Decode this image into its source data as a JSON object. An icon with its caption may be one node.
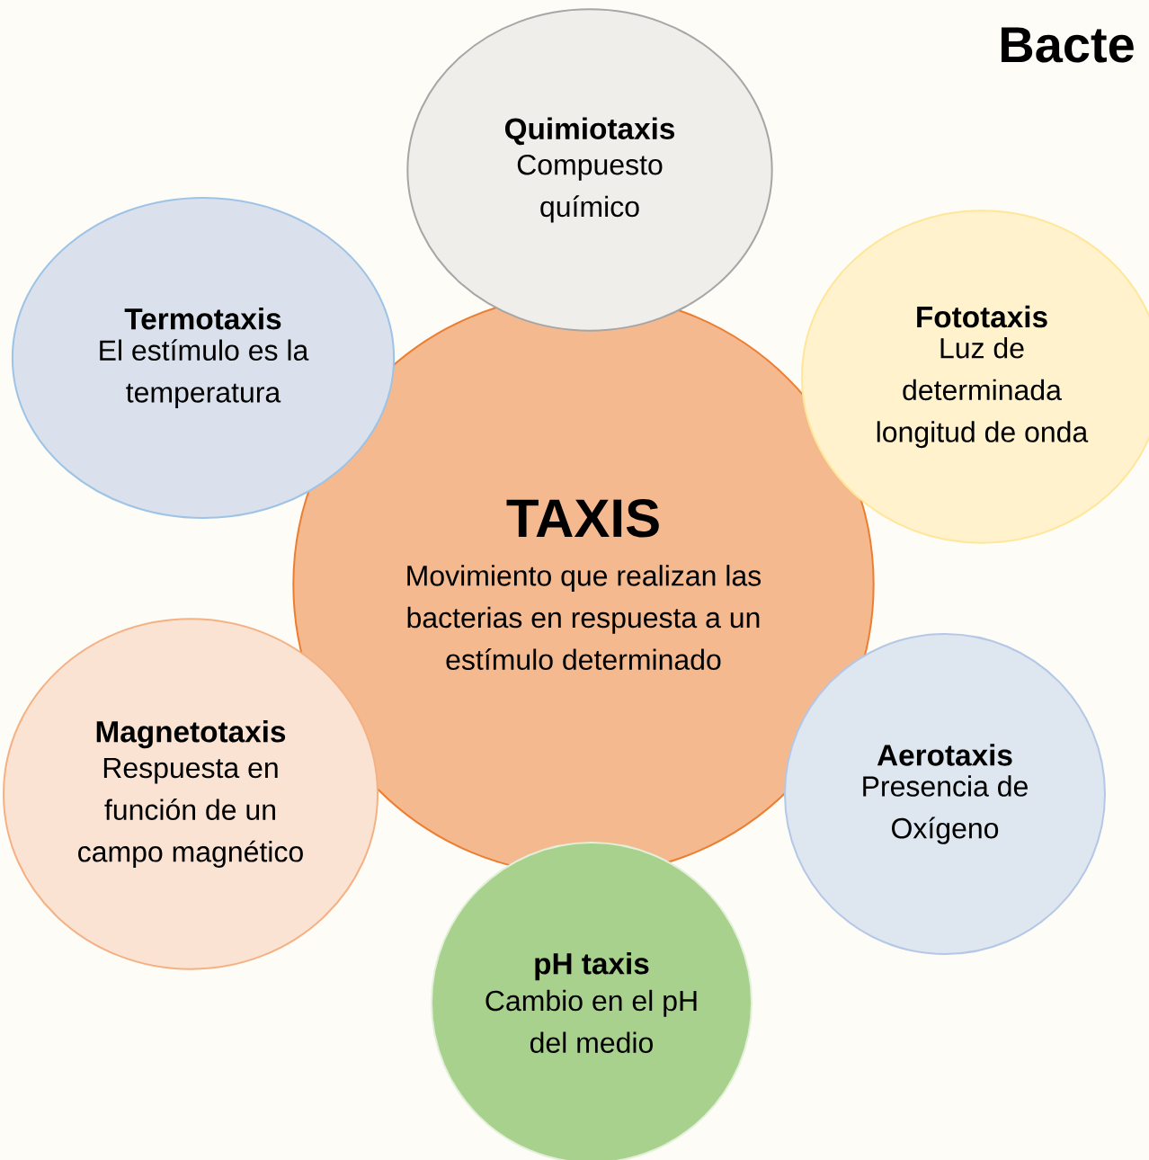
{
  "diagram": {
    "title": "Bacte",
    "nodes": [
      {
        "text": [
          "Quimiotaxis",
          "Compuesto químico"
        ]
      },
      {
        "text": [
          "Termotaxis",
          "El estímulo es la temperatura"
        ]
      },
      {
        "text": [
          "Fototaxis",
          "Luz de determinada longitud de onda"
        ]
      },
      {
        "text": [
          "TAXIS",
          "Movimiento que realizan las bacterias en respuesta a un estímulo determinado"
        ]
      },
      {
        "text": [
          "Magnetotaxis",
          "Respuesta en función de un campo magnético"
        ]
      },
      {
        "text": [
          "Aerotaxis",
          "Presencia de Oxígeno"
        ]
      },
      {
        "text": [
          "pH taxis",
          "Cambio en el pH del medio"
        ]
      }
    ]
  }
}
